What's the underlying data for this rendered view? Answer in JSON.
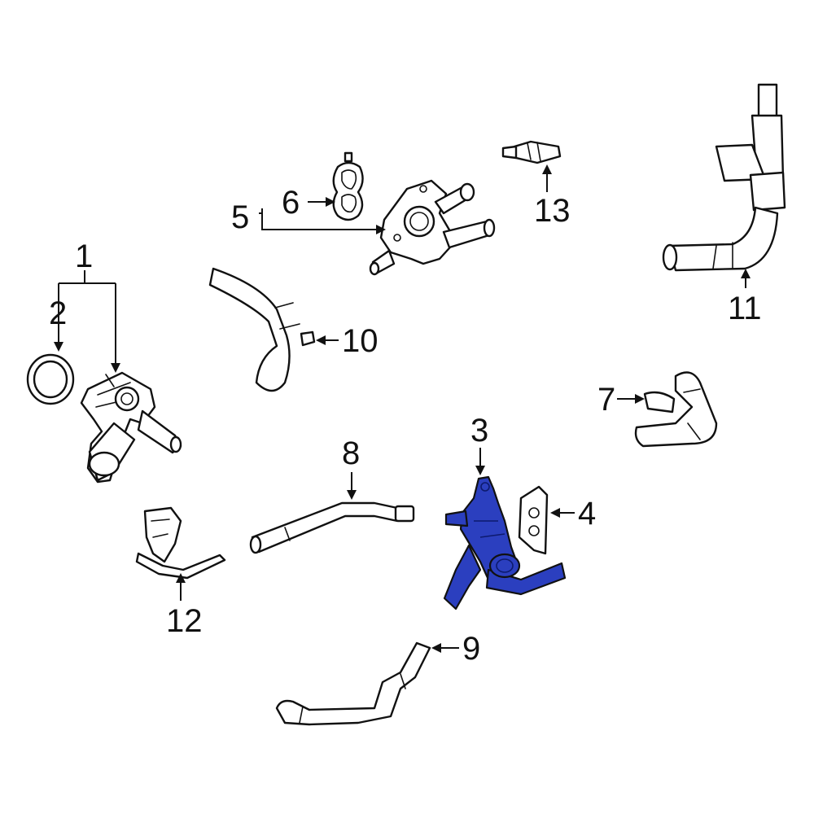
{
  "diagram": {
    "highlight_color": "#2b3fbf",
    "callouts": [
      {
        "id": "1",
        "text": "1"
      },
      {
        "id": "2",
        "text": "2"
      },
      {
        "id": "3",
        "text": "3"
      },
      {
        "id": "4",
        "text": "4"
      },
      {
        "id": "5",
        "text": "5"
      },
      {
        "id": "6",
        "text": "6"
      },
      {
        "id": "7",
        "text": "7"
      },
      {
        "id": "8",
        "text": "8"
      },
      {
        "id": "9",
        "text": "9"
      },
      {
        "id": "10",
        "text": "10"
      },
      {
        "id": "11",
        "text": "11"
      },
      {
        "id": "12",
        "text": "12"
      },
      {
        "id": "13",
        "text": "13"
      }
    ],
    "highlighted_part": "3"
  }
}
